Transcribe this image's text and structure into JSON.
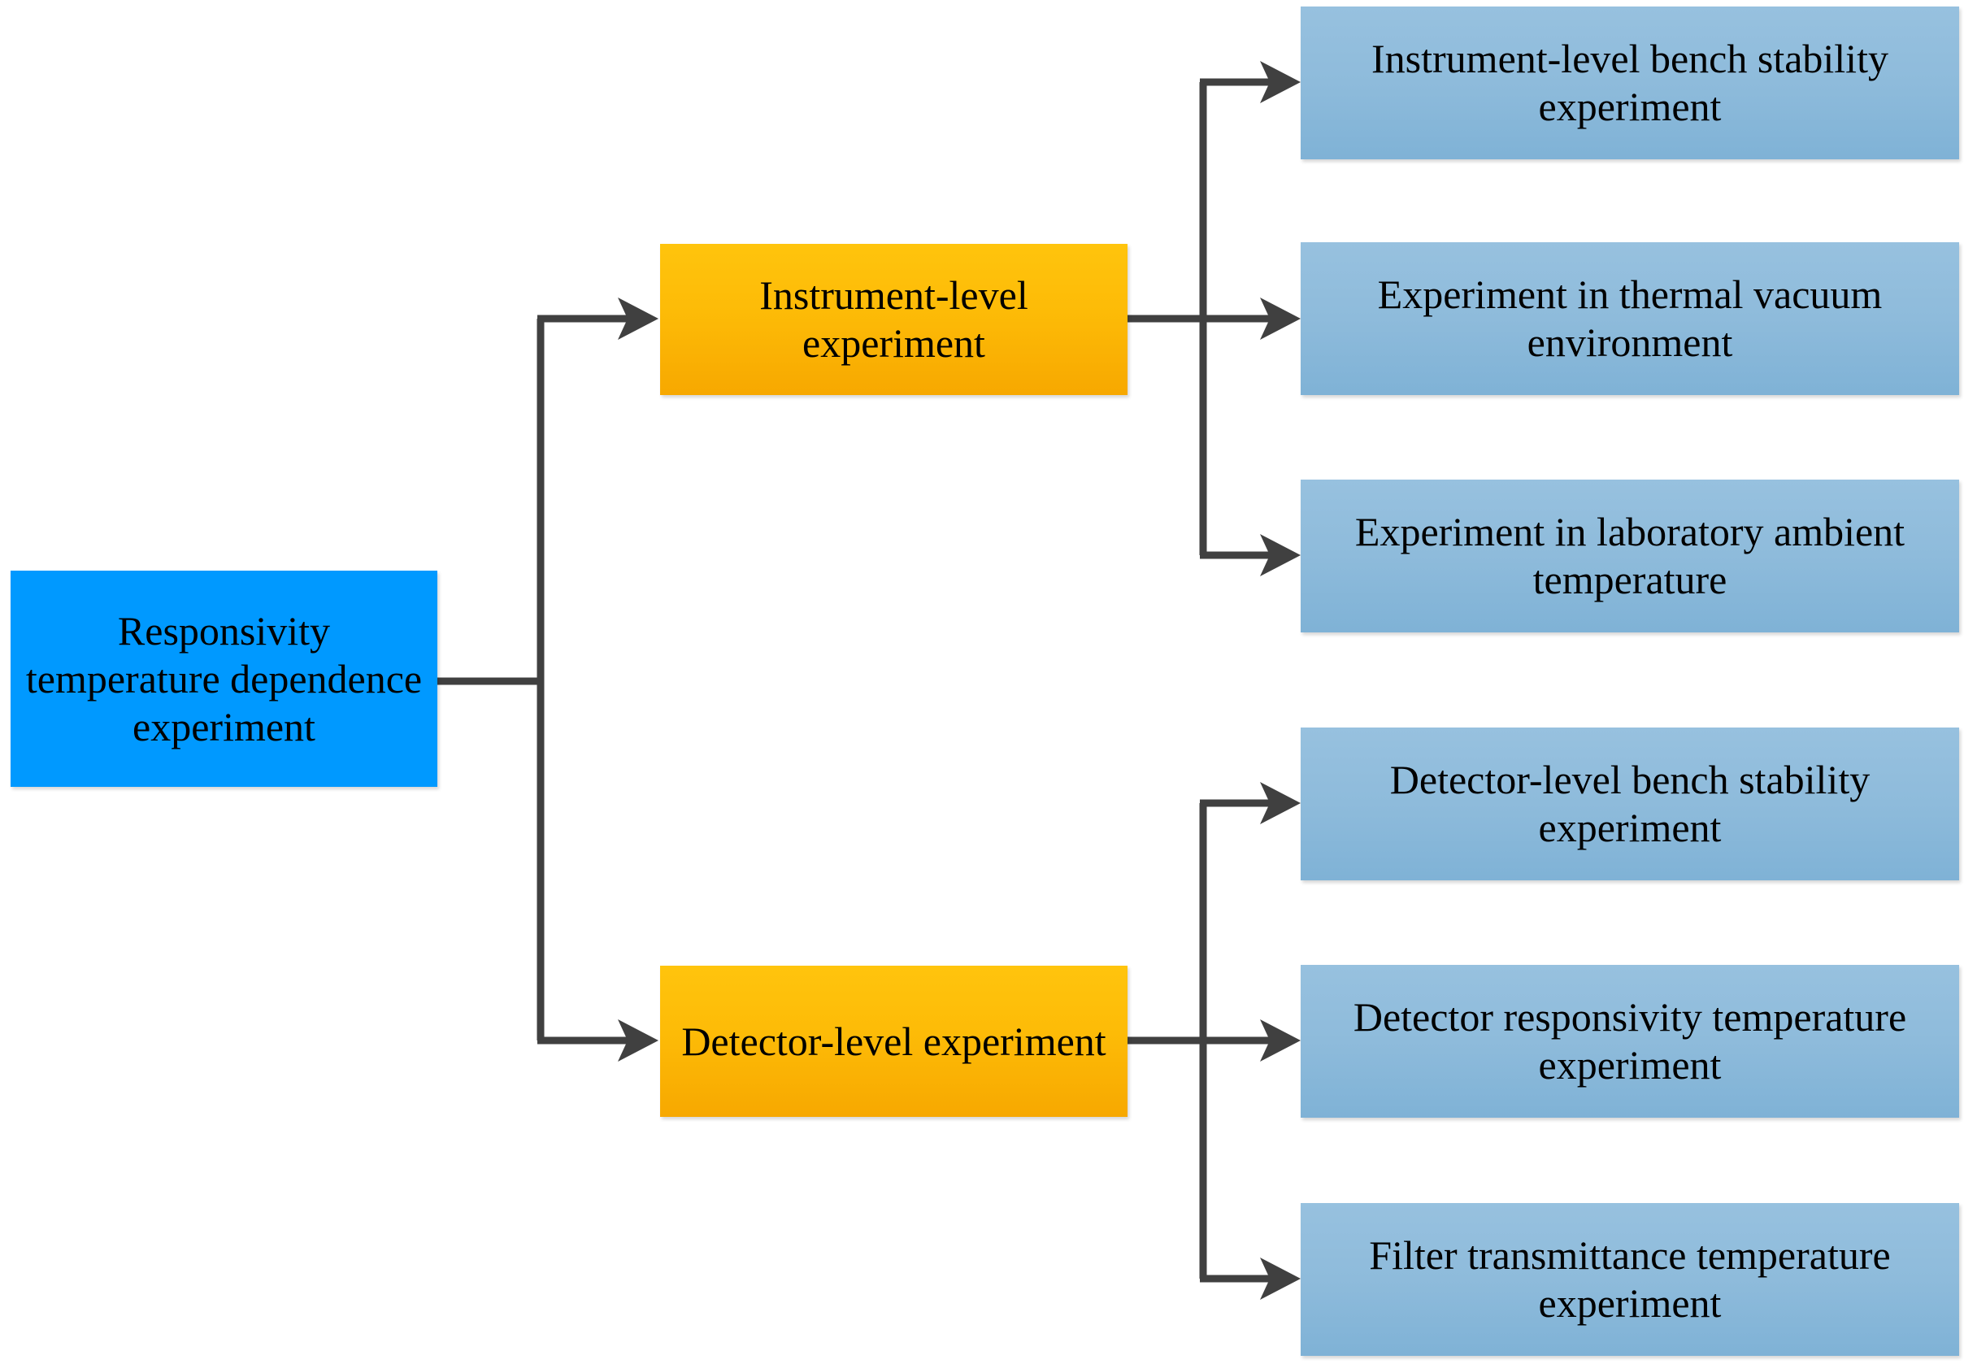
{
  "diagram": {
    "type": "flowchart-tree",
    "orientation": "left-to-right",
    "colors": {
      "root_fill": "#0099FF",
      "level2_fill": "#FDBB07",
      "level3_fill": "#8EBBDB",
      "connector": "#404040",
      "text": "#000000",
      "background": "#FFFFFF"
    },
    "root": {
      "label": "Responsivity temperature dependence experiment"
    },
    "branches": [
      {
        "label": "Instrument-level experiment",
        "children": [
          {
            "label": "Instrument-level bench stability experiment"
          },
          {
            "label": "Experiment in thermal vacuum environment"
          },
          {
            "label": "Experiment in laboratory ambient temperature"
          }
        ]
      },
      {
        "label": "Detector-level experiment",
        "children": [
          {
            "label": "Detector-level bench stability experiment"
          },
          {
            "label": "Detector responsivity temperature experiment"
          },
          {
            "label": "Filter transmittance temperature experiment"
          }
        ]
      }
    ]
  }
}
